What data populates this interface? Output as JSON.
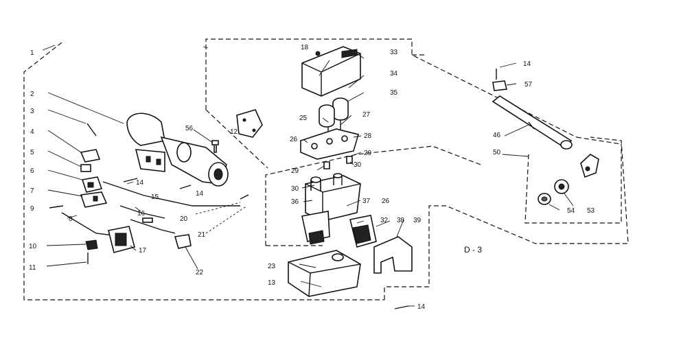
{
  "diagram": {
    "section_label": "D - 3",
    "callouts": {
      "c1": "1",
      "c2": "2",
      "c3": "3",
      "c4": "4",
      "c5": "5",
      "c6": "6",
      "c7": "7",
      "c8": "8",
      "c9": "9",
      "c10": "10",
      "c11": "11",
      "c12": "12",
      "c13": "13",
      "c14a": "14",
      "c14b": "14",
      "c14c": "14",
      "c14d": "14",
      "c15": "15",
      "c16": "16",
      "c17": "17",
      "c18": "18",
      "c20": "20",
      "c21": "21",
      "c22": "22",
      "c23": "23",
      "c25": "25",
      "c26a": "26",
      "c26b": "26",
      "c27": "27",
      "c28": "28",
      "c29a": "29",
      "c29b": "29",
      "c30a": "30",
      "c30b": "30",
      "c32": "32",
      "c33": "33",
      "c34": "34",
      "c35": "35",
      "c36": "36",
      "c37": "37",
      "c38": "38",
      "c39": "39",
      "c46": "46",
      "c50": "50",
      "c53": "53",
      "c54": "54",
      "c56": "56",
      "c57": "57"
    }
  }
}
